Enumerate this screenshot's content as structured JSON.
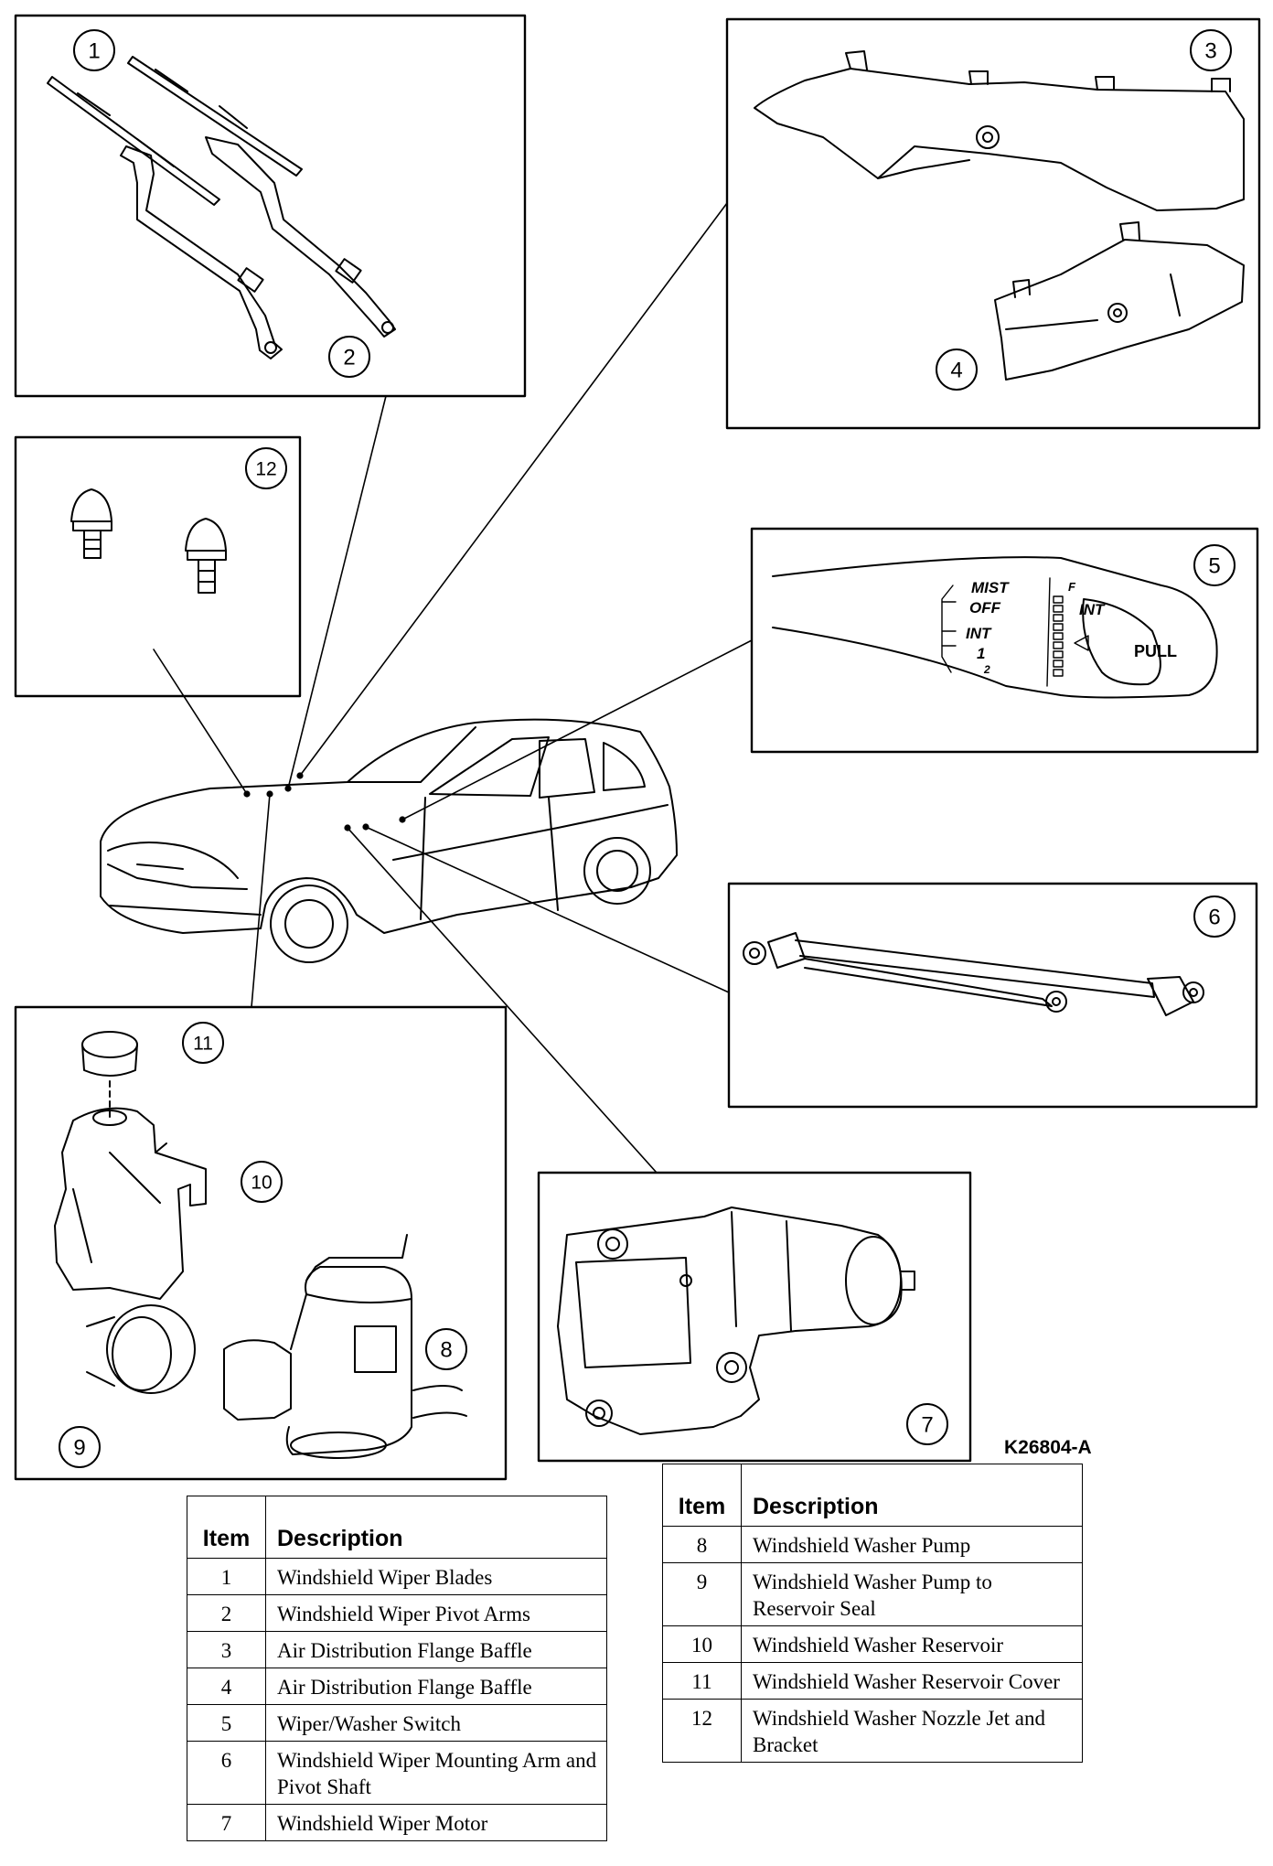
{
  "figure_id": "K26804-A",
  "callouts": [
    {
      "label": "1"
    },
    {
      "label": "2"
    },
    {
      "label": "3"
    },
    {
      "label": "4"
    },
    {
      "label": "5"
    },
    {
      "label": "6"
    },
    {
      "label": "7"
    },
    {
      "label": "8"
    },
    {
      "label": "9"
    },
    {
      "label": "10"
    },
    {
      "label": "11"
    },
    {
      "label": "12"
    }
  ],
  "switch_labels": {
    "mist": "MIST",
    "off": "OFF",
    "int": "INT",
    "speed1": "1",
    "speed2": "2",
    "ring_int": "INT",
    "ring_f": "F",
    "pull": "PULL"
  },
  "legend_left": {
    "header_item": "Item",
    "header_desc": "Description",
    "rows": [
      {
        "item": "1",
        "desc": "Windshield Wiper Blades"
      },
      {
        "item": "2",
        "desc": "Windshield Wiper Pivot Arms"
      },
      {
        "item": "3",
        "desc": "Air Distribution Flange Baffle"
      },
      {
        "item": "4",
        "desc": "Air Distribution Flange Baffle"
      },
      {
        "item": "5",
        "desc": "Wiper/Washer Switch"
      },
      {
        "item": "6",
        "desc": "Windshield Wiper Mounting Arm and Pivot Shaft"
      },
      {
        "item": "7",
        "desc": "Windshield Wiper Motor"
      }
    ]
  },
  "legend_right": {
    "header_item": "Item",
    "header_desc": "Description",
    "rows": [
      {
        "item": "8",
        "desc": "Windshield Washer Pump"
      },
      {
        "item": "9",
        "desc": "Windshield Washer Pump to Reservoir Seal"
      },
      {
        "item": "10",
        "desc": "Windshield Washer Reservoir"
      },
      {
        "item": "11",
        "desc": "Windshield Washer Reservoir Cover"
      },
      {
        "item": "12",
        "desc": "Windshield Washer Nozzle Jet and Bracket"
      }
    ]
  }
}
